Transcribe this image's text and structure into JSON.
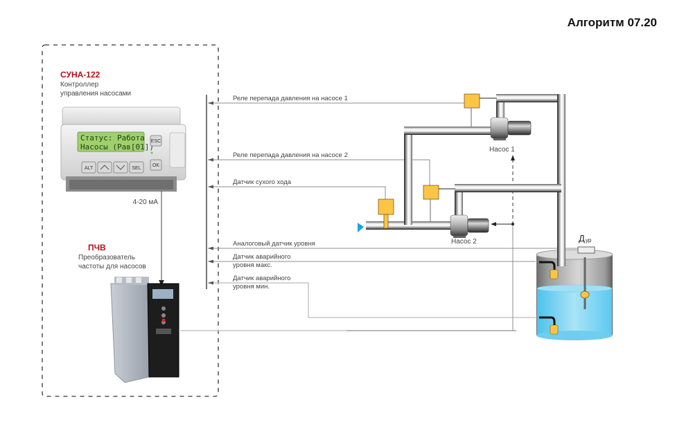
{
  "title": "Алгоритм 07.20",
  "controller": {
    "name": "СУНА-122",
    "description_line1": "Контроллер",
    "description_line2": "управления насосами",
    "lcd_line1": "Статус:  Работа",
    "lcd_line2": "Насосы (Рав[01])",
    "buttons": [
      "ALT",
      "︿",
      "﹀",
      "SEL",
      "ESC",
      "OK"
    ],
    "output_label": "4-20 мА"
  },
  "vfd": {
    "name": "ПЧВ",
    "description_line1": "Преобразователь",
    "description_line2": "частоты для насосов"
  },
  "signals": [
    {
      "label": "Реле перепада давления на насосе 1"
    },
    {
      "label": "Реле перепада давления на насосе 2"
    },
    {
      "label": "Датчик сухого хода"
    },
    {
      "label": "Аналоговый датчик уровня"
    },
    {
      "label_line1": "Датчик аварийного",
      "label_line2": "уровня макс."
    },
    {
      "label_line1": "Датчик аварийного",
      "label_line2": "уровня мин."
    }
  ],
  "pumps": [
    {
      "label": "Насос 1"
    },
    {
      "label": "Насос 2"
    }
  ],
  "tank": {
    "level_sensor_label": "Д",
    "level_sensor_sub": "ур"
  },
  "colors": {
    "accent_red": "#b2121b",
    "sensor_yellow": "#fcc545",
    "water_blue": "#7fd3f0",
    "inlet_arrow": "#1aa3e8"
  }
}
